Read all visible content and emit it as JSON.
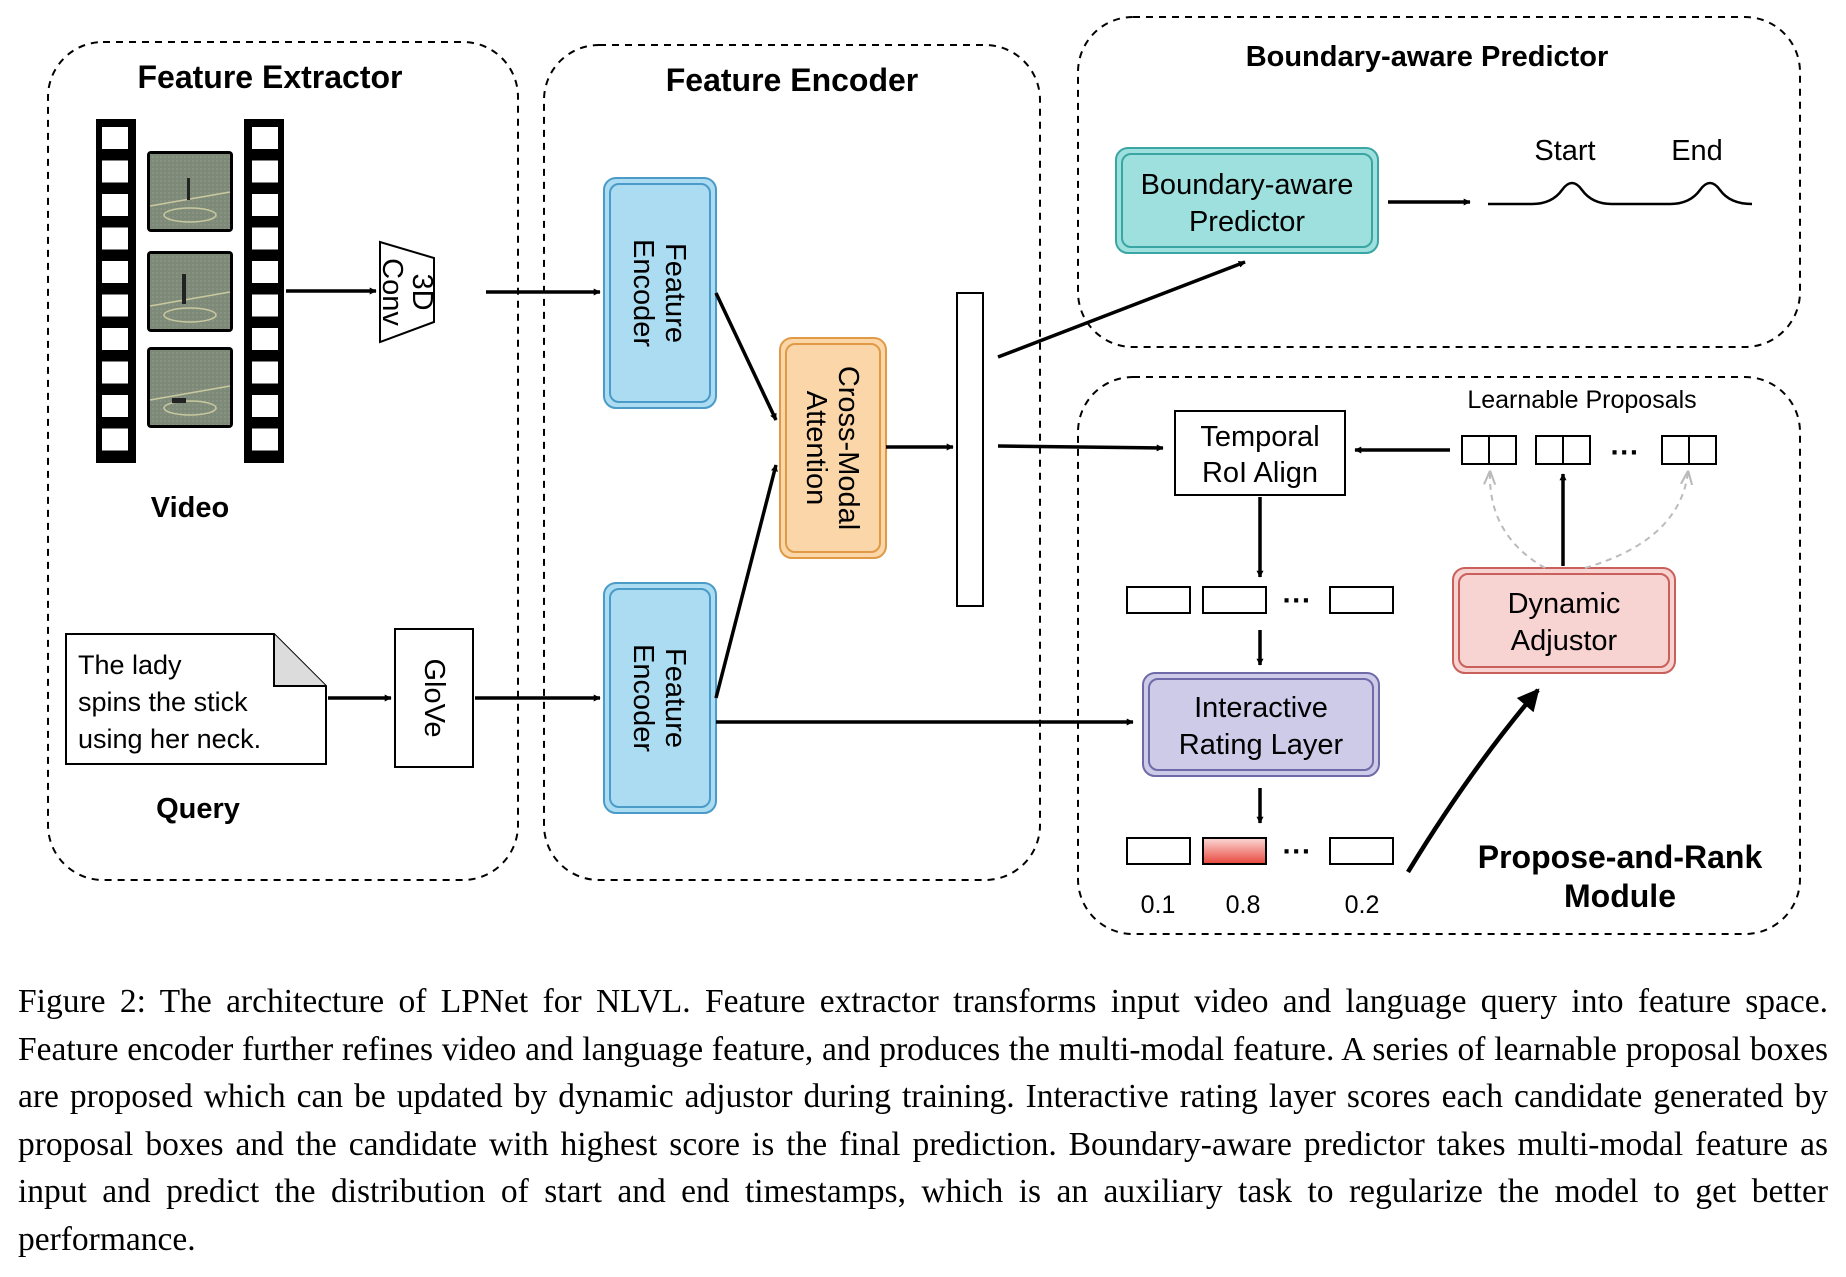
{
  "sections": {
    "feature_extractor": "Feature Extractor",
    "feature_encoder": "Feature Encoder",
    "boundary_predictor": "Boundary-aware Predictor",
    "propose_rank_line1": "Propose-and-Rank",
    "propose_rank_line2": "Module"
  },
  "labels": {
    "video": "Video",
    "query": "Query",
    "query_text": [
      "The lady",
      "spins the stick",
      "using her neck."
    ],
    "conv_line1": "3D",
    "conv_line2": "Conv",
    "glove": "GloVe",
    "feature_encoder_line1": "Feature",
    "feature_encoder_line2": "Encoder",
    "cross_modal_line1": "Cross-Modal",
    "cross_modal_line2": "Attention",
    "boundary_box_line1": "Boundary-aware",
    "boundary_box_line2": "Predictor",
    "start": "Start",
    "end": "End",
    "temporal_line1": "Temporal",
    "temporal_line2": "RoI Align",
    "learnable_proposals": "Learnable Proposals",
    "interactive_line1": "Interactive",
    "interactive_line2": "Rating Layer",
    "dynamic_line1": "Dynamic",
    "dynamic_line2": "Adjustor",
    "ellipsis": "···",
    "scores": [
      "0.1",
      "0.8",
      "0.2"
    ]
  },
  "colors": {
    "encoder_fill": "#acdcf1",
    "encoder_stroke": "#4a9bc7",
    "attention_fill": "#fbd6a8",
    "attention_stroke": "#e09a45",
    "boundary_fill": "#9ee0de",
    "boundary_stroke": "#3aa6a3",
    "rating_fill": "#cdcbe8",
    "rating_stroke": "#6f6aa8",
    "adjustor_fill": "#f7d3d1",
    "adjustor_stroke": "#c9605c",
    "highlight_score": "#e8463c"
  },
  "caption": "Figure 2: The architecture of LPNet for NLVL. Feature extractor transforms input video and language query into feature space. Feature encoder further refines video and language feature, and produces the multi-modal feature. A series of learnable proposal boxes are proposed which can be updated by dynamic adjustor during training. Interactive rating layer scores each candidate generated by proposal boxes and the candidate with highest score is the final prediction. Boundary-aware predictor takes multi-modal feature as input and predict the distribution of start and end timestamps, which is an auxiliary task to regularize the model to get better performance."
}
